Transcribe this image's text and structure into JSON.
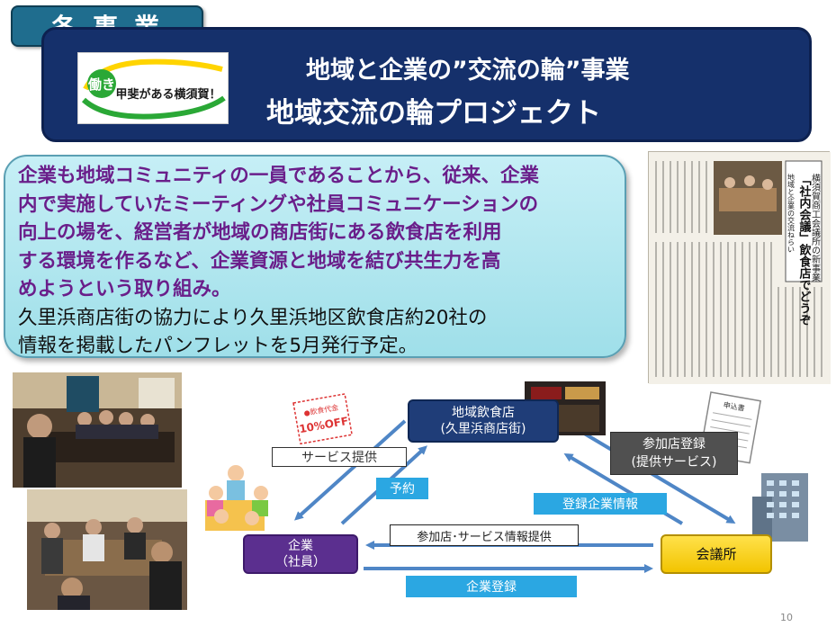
{
  "section_tag": "各事業",
  "logo": {
    "badge_text": "働き",
    "slogan": "甲斐がある横須賀！"
  },
  "header": {
    "title1": "地域と企業の”交流の輪”事業",
    "title2": "地域交流の輪プロジェクト"
  },
  "description": {
    "highlight_lines": [
      "企業も地域コミュニティの一員であることから、従来、企業",
      "内で実施していたミーティングや社員コミュニケーションの",
      "向上の場を、経営者が地域の商店街にある飲食店を利用",
      "する環境を作るなど、企業資源と地域を結び共生力を高",
      "めようという取り組み。"
    ],
    "plain_lines": [
      "久里浜商店街の協力により久里浜地区飲食店約20社の",
      "情報を掲載したパンフレットを5月発行予定。"
    ]
  },
  "newspaper": {
    "headline": "「社内会議」飲食店でどうぞ",
    "subhead": "地域と企業の交流ねらい",
    "source": "横須賀商工会議所の新事業"
  },
  "diagram": {
    "restaurant": {
      "line1": "地域飲食店",
      "line2": "(久里浜商店街)"
    },
    "company": {
      "line1": "企業",
      "line2": "（社員）"
    },
    "chamber": {
      "label": "会議所"
    },
    "labels": {
      "service": "サービス提供",
      "reservation": "予約",
      "registration_line1": "参加店登録",
      "registration_line2": "(提供サービス)",
      "registered_info": "登録企業情報",
      "participant_info": "参加店･サービス情報提供",
      "company_registration": "企業登録"
    },
    "coupon": {
      "top": "●飲食代金",
      "discount": "10%OFF"
    },
    "form_title": "申込書",
    "colors": {
      "arrow": "#4f86c6",
      "restaurant_node": "#1f3d78",
      "company_node": "#5b2f8f",
      "chamber_node": "#f2c400",
      "accent_label": "#2ba7e2"
    }
  },
  "page_number": "10"
}
